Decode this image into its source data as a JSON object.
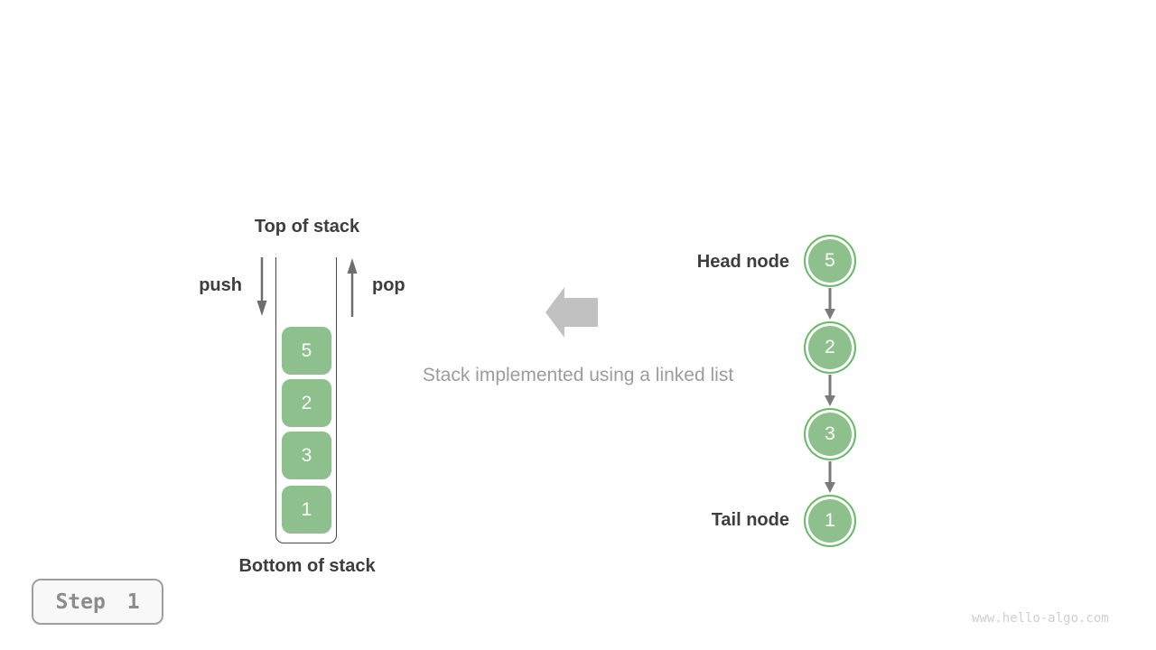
{
  "figure": "stack-implemented-with-linked-list",
  "colors": {
    "green_fill": "#8DC08D",
    "green_ring": "#69BC69",
    "dark_text": "#3D3D3D",
    "arrow_gray": "#6E6E6E",
    "block_arrow_gray": "#C1C1C1",
    "caption_gray": "#9C9C9C",
    "badge_background": "#F8F8F8",
    "badge_text": "#8C8C8C",
    "watermark_gray": "#CFCFCF"
  },
  "stack": {
    "top_label": "Top of stack",
    "bottom_label": "Bottom of stack",
    "push_label": "push",
    "pop_label": "pop",
    "values": [
      "5",
      "2",
      "3",
      "1"
    ]
  },
  "caption": "Stack implemented using a linked list",
  "linked_list": {
    "head_label": "Head node",
    "tail_label": "Tail node",
    "values": [
      "5",
      "2",
      "3",
      "1"
    ]
  },
  "step_badge": {
    "label": "Step 1"
  },
  "watermark": "www.hello-algo.com"
}
